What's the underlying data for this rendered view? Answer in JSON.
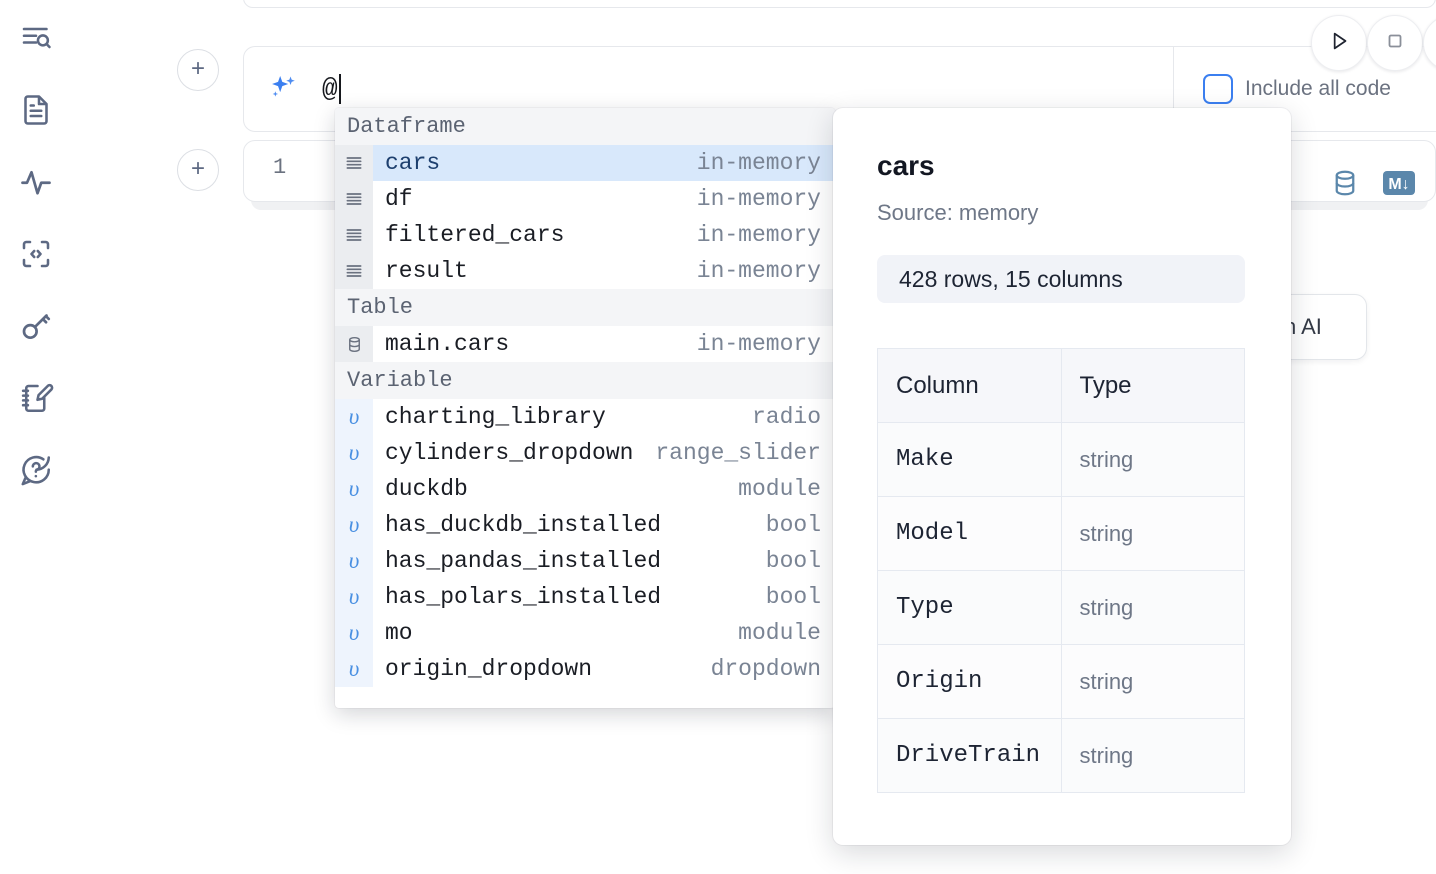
{
  "sidebar": {
    "items": [
      {
        "name": "outline-search-icon",
        "label": "Outline"
      },
      {
        "name": "document-icon",
        "label": "Notebook file"
      },
      {
        "name": "activity-pulse-icon",
        "label": "Activity"
      },
      {
        "name": "code-snippet-icon",
        "label": "Snippets"
      },
      {
        "name": "key-icon",
        "label": "Secrets"
      },
      {
        "name": "notebook-edit-icon",
        "label": "Scratchpad"
      },
      {
        "name": "help-chat-icon",
        "label": "Help"
      }
    ]
  },
  "toolbar": {
    "run_label": "Run",
    "stop_label": "Stop",
    "include_all_code_label": "Include all code",
    "include_all_code_checked": false
  },
  "ai_prompt": {
    "icon": "sparkles-icon",
    "value": "@",
    "add_button_label": "+"
  },
  "code_cell": {
    "line_number": "1",
    "add_button_label": "+",
    "icons": [
      {
        "name": "database-icon",
        "label": "SQL"
      },
      {
        "name": "markdown-icon",
        "label": "Markdown"
      }
    ]
  },
  "ai_pill": {
    "label": "h AI"
  },
  "autocomplete": {
    "groups": [
      {
        "label": "Dataframe",
        "icon": "dataframe-icon",
        "items": [
          {
            "label": "cars",
            "type": "in-memory",
            "selected": true
          },
          {
            "label": "df",
            "type": "in-memory",
            "selected": false
          },
          {
            "label": "filtered_cars",
            "type": "in-memory",
            "selected": false
          },
          {
            "label": "result",
            "type": "in-memory",
            "selected": false
          }
        ]
      },
      {
        "label": "Table",
        "icon": "database-icon",
        "items": [
          {
            "label": "main.cars",
            "type": "in-memory",
            "selected": false
          }
        ]
      },
      {
        "label": "Variable",
        "icon": "variable-icon",
        "items": [
          {
            "label": "charting_library",
            "type": "radio",
            "selected": false
          },
          {
            "label": "cylinders_dropdown",
            "type": "range_slider",
            "selected": false
          },
          {
            "label": "duckdb",
            "type": "module",
            "selected": false
          },
          {
            "label": "has_duckdb_installed",
            "type": "bool",
            "selected": false
          },
          {
            "label": "has_pandas_installed",
            "type": "bool",
            "selected": false
          },
          {
            "label": "has_polars_installed",
            "type": "bool",
            "selected": false
          },
          {
            "label": "mo",
            "type": "module",
            "selected": false
          },
          {
            "label": "origin_dropdown",
            "type": "dropdown",
            "selected": false
          }
        ]
      }
    ]
  },
  "documentation": {
    "title": "cars",
    "source": "Source: memory",
    "shape_badge": "428 rows, 15 columns",
    "columns_header": "Column",
    "type_header": "Type",
    "rows": [
      {
        "column": "Make",
        "type": "string"
      },
      {
        "column": "Model",
        "type": "string"
      },
      {
        "column": "Type",
        "type": "string"
      },
      {
        "column": "Origin",
        "type": "string"
      },
      {
        "column": "DriveTrain",
        "type": "string"
      }
    ]
  },
  "colors": {
    "accent_blue": "#3b7ff0",
    "selected_row": "#d8e8fb",
    "icon_gray": "#5d6983",
    "cell_icon_blue": "#5b87ab"
  }
}
